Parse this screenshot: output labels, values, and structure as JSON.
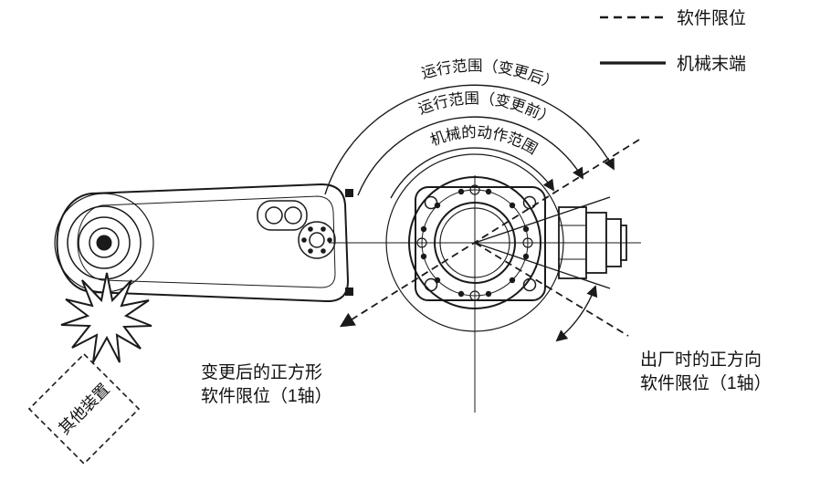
{
  "legend": {
    "items": [
      {
        "id": "software-limit",
        "style": "dashed",
        "label": "软件限位"
      },
      {
        "id": "mechanical-end",
        "style": "solid",
        "label": "机械末端"
      }
    ]
  },
  "arc_labels": {
    "outer": "运行范围（变更后）",
    "middle": "运行范围（变更前）",
    "inner": "机械的动作范围"
  },
  "callouts": {
    "other_device": "其他装置",
    "changed_limit": {
      "line1": "变更后的正方形",
      "line2": "软件限位（1轴）"
    },
    "factory_limit": {
      "line1": "出厂时的正方向",
      "line2": "软件限位（1轴）"
    }
  },
  "colors": {
    "ink": "#1a1a1a",
    "background": "#ffffff"
  }
}
